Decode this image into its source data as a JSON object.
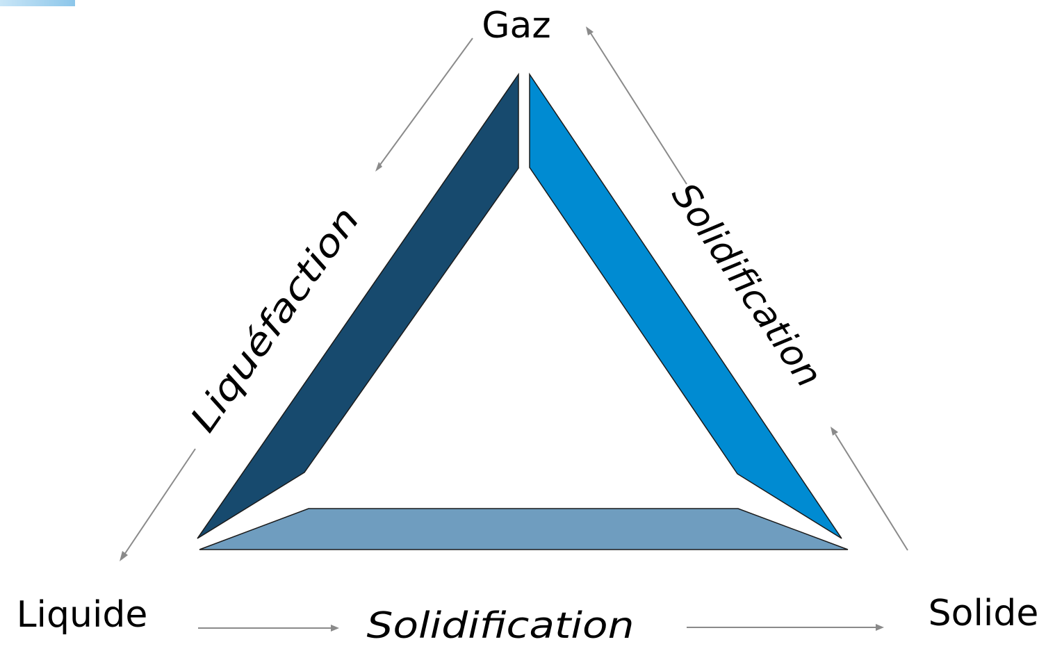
{
  "states": {
    "gas": "Gaz",
    "liquid": "Liquide",
    "solid": "Solide"
  },
  "transitions": {
    "left": "Liquéfaction",
    "right": "Solidification",
    "bottom": "Solidification"
  },
  "colors": {
    "band_left": "#174a6e",
    "band_right": "#008bd2",
    "band_bottom": "#6f9dbf",
    "arrow": "#8a8a8a",
    "text": "#000000",
    "corner_accent": "#a9d4ef"
  }
}
